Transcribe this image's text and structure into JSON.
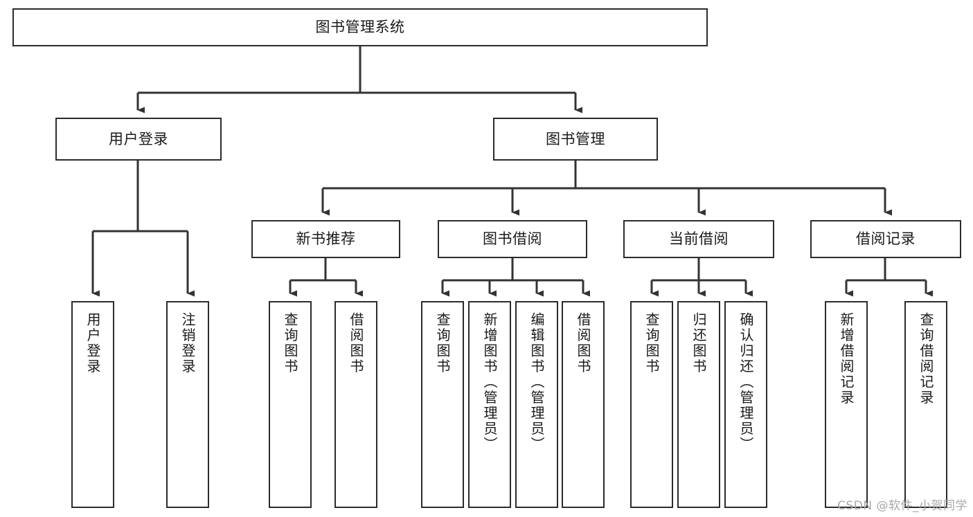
{
  "diagram": {
    "title": "图书管理系统",
    "type": "tree-hierarchy-chart",
    "watermark": "CSDN @软件_小贺同学",
    "colors": {
      "box_border": "#2b2b2b",
      "box_fill": "#ffffff",
      "connector": "#333333",
      "text": "#1a1a1a",
      "watermark": "#a8a8a8"
    },
    "nodes": {
      "root": {
        "label": "图书管理系统"
      },
      "level2": [
        {
          "id": "user-login",
          "label": "用户登录"
        },
        {
          "id": "book-manage",
          "label": "图书管理"
        }
      ],
      "level3": [
        {
          "id": "new-book-recommend",
          "label": "新书推荐"
        },
        {
          "id": "book-borrow",
          "label": "图书借阅"
        },
        {
          "id": "current-borrow",
          "label": "当前借阅"
        },
        {
          "id": "borrow-record",
          "label": "借阅记录"
        }
      ],
      "leaves": {
        "user-login": [
          {
            "id": "leaf-user-login",
            "label": "用户登录"
          },
          {
            "id": "leaf-logout-login",
            "label": "注销登录"
          }
        ],
        "new-book-recommend": [
          {
            "id": "leaf-query-book-1",
            "label": "查询图书"
          },
          {
            "id": "leaf-borrow-book-1",
            "label": "借阅图书"
          }
        ],
        "book-borrow": [
          {
            "id": "leaf-query-book-2",
            "label": "查询图书"
          },
          {
            "id": "leaf-add-book",
            "label": "新增图书（管理员）"
          },
          {
            "id": "leaf-edit-book",
            "label": "编辑图书（管理员）"
          },
          {
            "id": "leaf-borrow-book-2",
            "label": "借阅图书"
          }
        ],
        "current-borrow": [
          {
            "id": "leaf-query-book-3",
            "label": "查询图书"
          },
          {
            "id": "leaf-return-book",
            "label": "归还图书"
          },
          {
            "id": "leaf-confirm-return",
            "label": "确认归还（管理员）"
          }
        ],
        "borrow-record": [
          {
            "id": "leaf-add-record",
            "label": "新增借阅记录"
          },
          {
            "id": "leaf-query-record",
            "label": "查询借阅记录"
          }
        ]
      }
    }
  }
}
